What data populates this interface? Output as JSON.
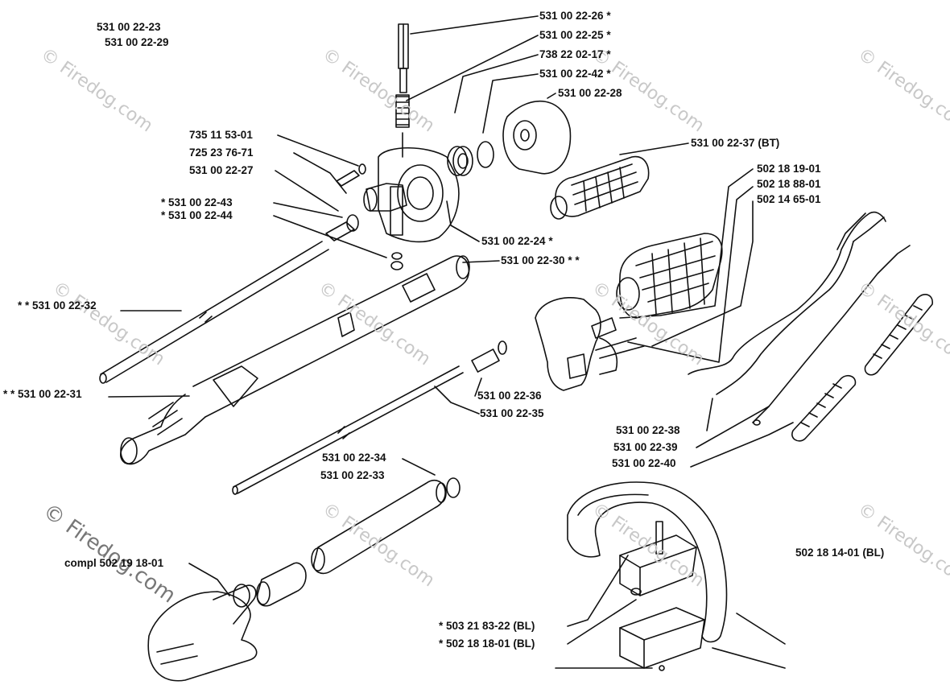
{
  "labels": {
    "top_left_1": "531 00 22-23",
    "top_left_2": "531 00 22-29",
    "p26": "531 00 22-26  *",
    "p25": "531 00 22-25  *",
    "p738": "738 22 02-17  *",
    "p42": "531 00 22-42  *",
    "p28": "531 00 22-28",
    "p37": "531 00 22-37 (BT)",
    "p735": "735 11 53-01",
    "p725": "725 23 76-71",
    "p27": "531 00 22-27",
    "p43": "*  531 00 22-43",
    "p44": "*  531 00 22-44",
    "p502_19": "502 18 19-01",
    "p502_88": "502 18 88-01",
    "p502_14": "502 14 65-01",
    "p24": "531 00 22-24  *",
    "p30": "531 00 22-30  * *",
    "p32": "* *  531 00 22-32",
    "p31": "* *  531 00 22-31",
    "p36": "531 00 22-36",
    "p35": "531 00 22-35",
    "p38": "531 00 22-38",
    "p39": "531 00 22-39",
    "p40": "531 00 22-40",
    "p34": "531 00 22-34",
    "p33": "531 00 22-33",
    "pcompl": "compl 502 19 18-01",
    "p502_14_bl": "502 18 14-01 (BL)",
    "p503": "*  503 21 83-22 (BL)",
    "p502_18_bl": "*  502 18 18-01 (BL)"
  },
  "watermark": "© Firedog.com",
  "colors": {
    "line": "#111111",
    "watermark": "#c8c8c8"
  }
}
